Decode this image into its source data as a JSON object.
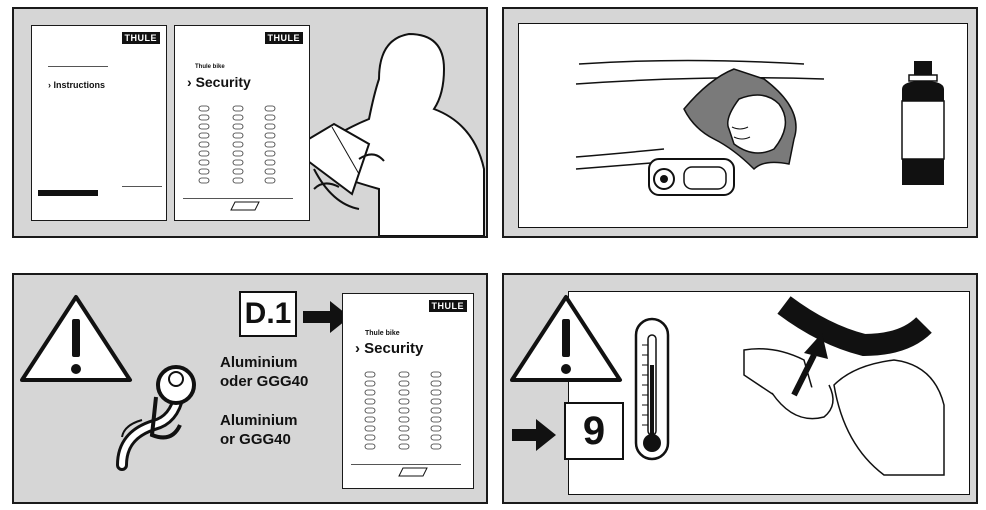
{
  "panel1": {
    "doc_left": {
      "logo": "THULE",
      "title": "Instructions"
    },
    "doc_right": {
      "logo": "THULE",
      "subtitle": "Thule bike",
      "title": "Security"
    }
  },
  "panel3": {
    "step_label": "D.1",
    "material_de": "Aluminium oder GGG40",
    "material_en": "Aluminium or GGG40",
    "doc": {
      "logo": "THULE",
      "subtitle": "Thule bike",
      "title": "Security"
    }
  },
  "panel4": {
    "step_number": "9"
  }
}
